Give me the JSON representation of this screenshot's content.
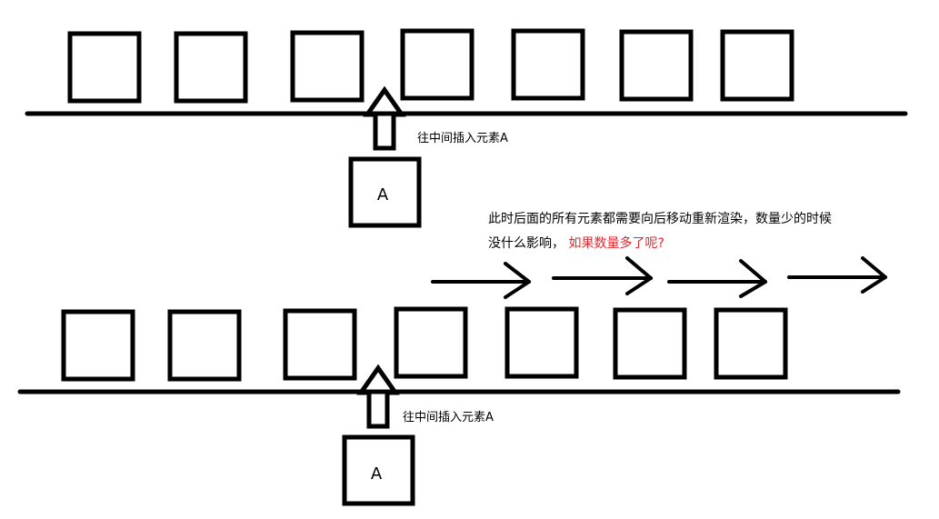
{
  "top": {
    "insert_label": "往中间插入元素A",
    "new_element_label": "A"
  },
  "bottom": {
    "insert_label": "往中间插入元素A",
    "new_element_label": "A"
  },
  "note": {
    "line1": "此时后面的所有元素都需要向后移动重新渲染，数量少的时候",
    "line2_black": "没什么影响，",
    "line2_red": "如果数量多了呢?"
  },
  "colors": {
    "stroke": "#000000",
    "highlight": "#e0282e"
  }
}
